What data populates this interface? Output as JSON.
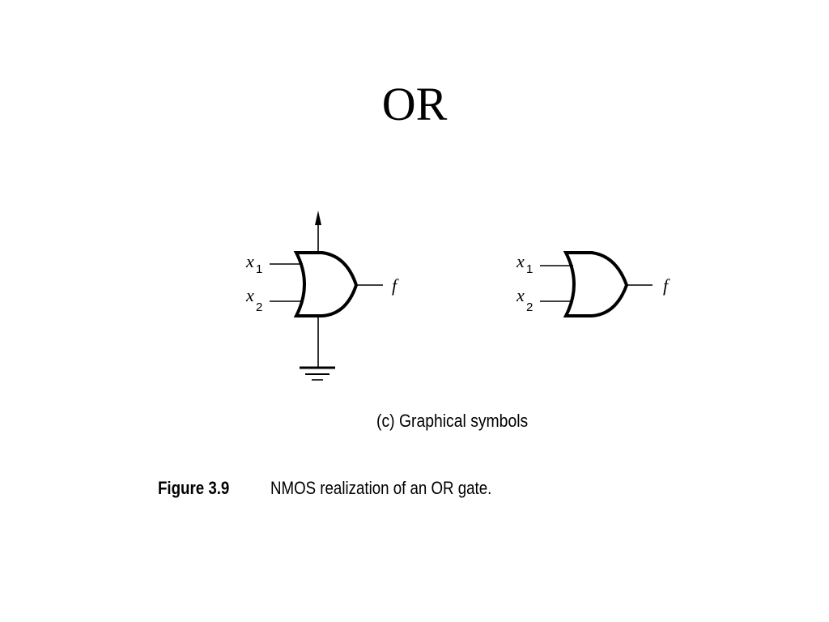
{
  "slide": {
    "title": "OR"
  },
  "gates": [
    {
      "input1_var": "x",
      "input1_sub": "1",
      "input2_var": "x",
      "input2_sub": "2",
      "output": "f"
    },
    {
      "input1_var": "x",
      "input1_sub": "1",
      "input2_var": "x",
      "input2_sub": "2",
      "output": "f"
    }
  ],
  "figure": {
    "subcaption": "(c) Graphical symbols",
    "label": "Figure 3.9",
    "text": "NMOS realization of an OR gate."
  }
}
